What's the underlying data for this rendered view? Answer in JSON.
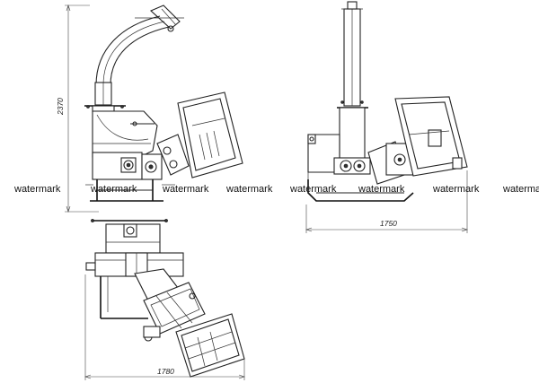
{
  "dimensions": {
    "height": "2370",
    "width_side": "1750",
    "width_top": "1780"
  },
  "watermarks": [
    "watermark",
    "watermark",
    "watermark",
    "watermark",
    "watermark",
    "watermark",
    "watermark",
    "watermark"
  ]
}
